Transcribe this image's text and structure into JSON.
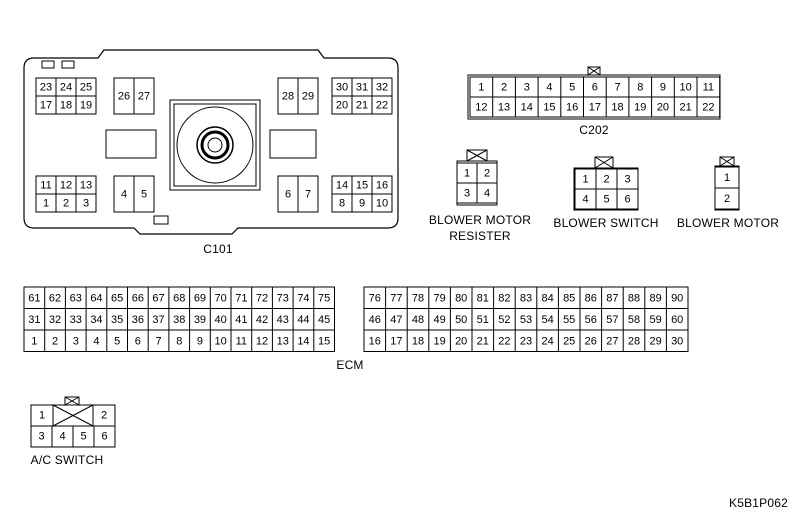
{
  "figure_code": "K5B1P062",
  "connectors": {
    "c101": {
      "label": "C101",
      "top_left": [
        [
          "23",
          "24",
          "25"
        ],
        [
          "17",
          "18",
          "19"
        ]
      ],
      "pair_a": [
        [
          "26",
          "27"
        ]
      ],
      "pair_b": [
        [
          "28",
          "29"
        ]
      ],
      "top_right": [
        [
          "30",
          "31",
          "32"
        ],
        [
          "20",
          "21",
          "22"
        ]
      ],
      "bottom_left": [
        [
          "11",
          "12",
          "13"
        ],
        [
          "1",
          "2",
          "3"
        ]
      ],
      "mid_a": [
        [
          "4",
          "5"
        ]
      ],
      "mid_b": [
        [
          "6",
          "7"
        ]
      ],
      "bottom_right": [
        [
          "14",
          "15",
          "16"
        ],
        [
          "8",
          "9",
          "10"
        ]
      ]
    },
    "c202": {
      "label": "C202",
      "rows": [
        [
          "1",
          "2",
          "3",
          "4",
          "5",
          "6",
          "7",
          "8",
          "9",
          "10",
          "11"
        ],
        [
          "12",
          "13",
          "14",
          "15",
          "16",
          "17",
          "18",
          "19",
          "20",
          "21",
          "22"
        ]
      ]
    },
    "blower_motor_resister": {
      "label": [
        "BLOWER MOTOR",
        "RESISTER"
      ],
      "rows": [
        [
          "1",
          "2"
        ],
        [
          "3",
          "4"
        ]
      ]
    },
    "blower_switch": {
      "label": "BLOWER SWITCH",
      "rows": [
        [
          "1",
          "2",
          "3"
        ],
        [
          "4",
          "5",
          "6"
        ]
      ]
    },
    "blower_motor": {
      "label": "BLOWER MOTOR",
      "rows": [
        [
          "1"
        ],
        [
          "2"
        ]
      ]
    },
    "ecm": {
      "label": "ECM",
      "left_rows": [
        [
          "61",
          "62",
          "63",
          "64",
          "65",
          "66",
          "67",
          "68",
          "69",
          "70",
          "71",
          "72",
          "73",
          "74",
          "75"
        ],
        [
          "31",
          "32",
          "33",
          "34",
          "35",
          "36",
          "37",
          "38",
          "39",
          "40",
          "41",
          "42",
          "43",
          "44",
          "45"
        ],
        [
          "1",
          "2",
          "3",
          "4",
          "5",
          "6",
          "7",
          "8",
          "9",
          "10",
          "11",
          "12",
          "13",
          "14",
          "15"
        ]
      ],
      "right_rows": [
        [
          "76",
          "77",
          "78",
          "79",
          "80",
          "81",
          "82",
          "83",
          "84",
          "85",
          "86",
          "87",
          "88",
          "89",
          "90"
        ],
        [
          "46",
          "47",
          "48",
          "49",
          "50",
          "51",
          "52",
          "53",
          "54",
          "55",
          "56",
          "57",
          "58",
          "59",
          "60"
        ],
        [
          "16",
          "17",
          "18",
          "19",
          "20",
          "21",
          "22",
          "23",
          "24",
          "25",
          "26",
          "27",
          "28",
          "29",
          "30"
        ]
      ]
    },
    "ac_switch": {
      "label": "A/C SWITCH",
      "top": [
        "1",
        "2"
      ],
      "bottom": [
        "3",
        "4",
        "5",
        "6"
      ]
    }
  }
}
